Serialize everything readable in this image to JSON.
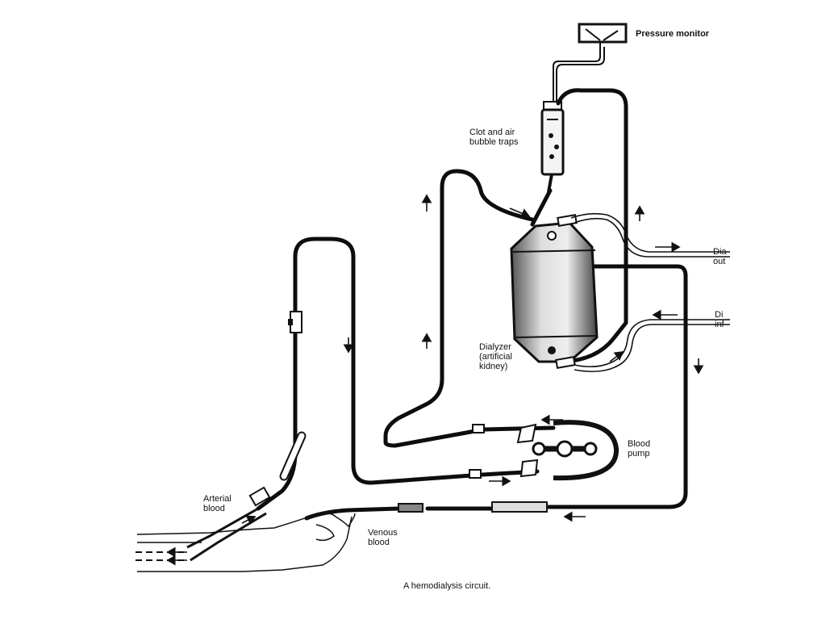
{
  "diagram": {
    "caption": "A hemodialysis circuit.",
    "labels": {
      "pressure_monitor": "Pressure monitor",
      "clot_traps": "Clot and air\nbubble traps",
      "dialysate_out": "Dia\nout",
      "dialysate_in": "Di\ninf",
      "dialyzer": "Dialyzer\n(artificial\nkidney)",
      "blood_pump": "Blood\npump",
      "arterial_blood": "Arterial\nblood",
      "venous_blood": "Venous\nblood"
    },
    "colors": {
      "ink": "#111111",
      "tube": "#0d0d0d",
      "background": "#ffffff"
    }
  }
}
